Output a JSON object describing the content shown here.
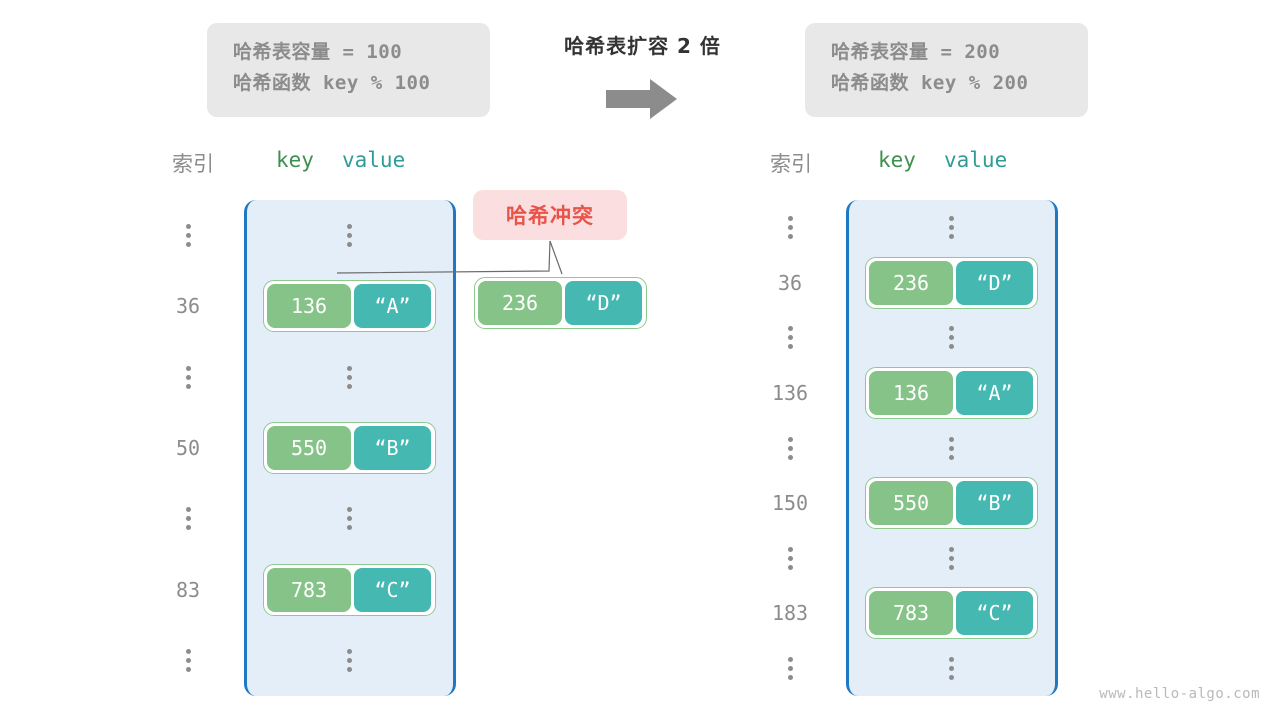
{
  "watermark": "www.hello-algo.com",
  "center": {
    "title": "哈希表扩容 2 倍",
    "arrow_icon": "right-arrow-icon"
  },
  "colors": {
    "key_box": "#86c389",
    "value_box": "#45b8b2",
    "bucket_fill": "#e3eef9",
    "bucket_border": "#1f78c1",
    "badge_bg": "#fbdfe0",
    "badge_text": "#e8544a",
    "index_text": "#8c8c8c",
    "key_header": "#3f8f4f",
    "value_header": "#2f9d96",
    "info_bg": "#e8e8e8"
  },
  "collision_badge": {
    "label": "哈希冲突"
  },
  "left": {
    "info": {
      "capacity_line": "哈希表容量 = 100",
      "hashfunc_line": "哈希函数 key % 100"
    },
    "headers": {
      "index": "索引",
      "key": "key",
      "value": "value"
    },
    "rows": [
      {
        "index": "⋮",
        "entry": null
      },
      {
        "index": "36",
        "entry": {
          "key": "136",
          "value": "“A”"
        }
      },
      {
        "index": "⋮",
        "entry": null
      },
      {
        "index": "50",
        "entry": {
          "key": "550",
          "value": "“B”"
        }
      },
      {
        "index": "⋮",
        "entry": null
      },
      {
        "index": "83",
        "entry": {
          "key": "783",
          "value": "“C”"
        }
      },
      {
        "index": "⋮",
        "entry": null
      }
    ],
    "overflow_entry": {
      "key": "236",
      "value": "“D”"
    }
  },
  "right": {
    "info": {
      "capacity_line": "哈希表容量 = 200",
      "hashfunc_line": "哈希函数 key % 200"
    },
    "headers": {
      "index": "索引",
      "key": "key",
      "value": "value"
    },
    "rows": [
      {
        "index": "⋮",
        "entry": null
      },
      {
        "index": "36",
        "entry": {
          "key": "236",
          "value": "“D”"
        }
      },
      {
        "index": "⋮",
        "entry": null
      },
      {
        "index": "136",
        "entry": {
          "key": "136",
          "value": "“A”"
        }
      },
      {
        "index": "⋮",
        "entry": null
      },
      {
        "index": "150",
        "entry": {
          "key": "550",
          "value": "“B”"
        }
      },
      {
        "index": "⋮",
        "entry": null
      },
      {
        "index": "183",
        "entry": {
          "key": "783",
          "value": "“C”"
        }
      },
      {
        "index": "⋮",
        "entry": null
      }
    ]
  }
}
